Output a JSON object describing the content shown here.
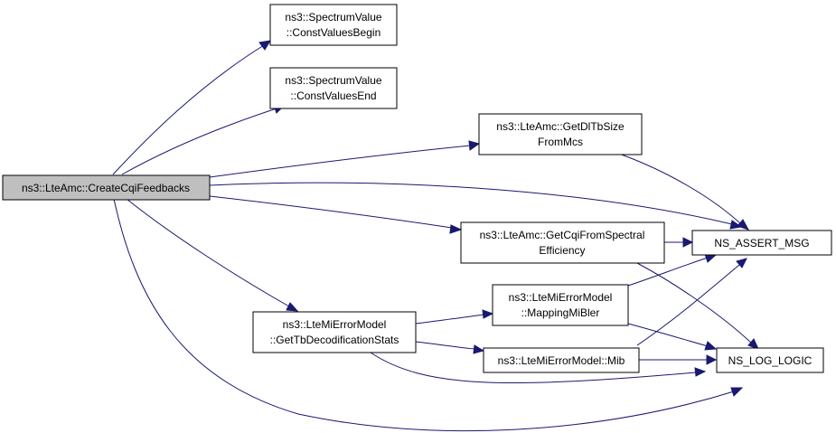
{
  "diagram": {
    "type": "call-graph",
    "nodes": {
      "root": [
        "ns3::LteAmc::CreateCqiFeedbacks"
      ],
      "cvb": [
        "ns3::SpectrumValue",
        "::ConstValuesBegin"
      ],
      "cve": [
        "ns3::SpectrumValue",
        "::ConstValuesEnd"
      ],
      "getdl": [
        "ns3::LteAmc::GetDlTbSize",
        "FromMcs"
      ],
      "getcqi": [
        "ns3::LteAmc::GetCqiFromSpectral",
        "Efficiency"
      ],
      "gettb": [
        "ns3::LteMiErrorModel",
        "::GetTbDecodificationStats"
      ],
      "mapping": [
        "ns3::LteMiErrorModel",
        "::MappingMiBler"
      ],
      "mib": [
        "ns3::LteMiErrorModel::Mib"
      ],
      "assert": [
        "NS_ASSERT_MSG"
      ],
      "log": [
        "NS_LOG_LOGIC"
      ]
    },
    "edges": [
      {
        "from": "root",
        "to": "cvb"
      },
      {
        "from": "root",
        "to": "cve"
      },
      {
        "from": "root",
        "to": "getdl"
      },
      {
        "from": "root",
        "to": "assert"
      },
      {
        "from": "root",
        "to": "getcqi"
      },
      {
        "from": "root",
        "to": "gettb"
      },
      {
        "from": "root",
        "to": "log"
      },
      {
        "from": "getdl",
        "to": "assert"
      },
      {
        "from": "getcqi",
        "to": "assert"
      },
      {
        "from": "getcqi",
        "to": "log"
      },
      {
        "from": "gettb",
        "to": "mapping"
      },
      {
        "from": "gettb",
        "to": "mib"
      },
      {
        "from": "gettb",
        "to": "log"
      },
      {
        "from": "mapping",
        "to": "assert"
      },
      {
        "from": "mapping",
        "to": "log"
      },
      {
        "from": "mib",
        "to": "assert"
      },
      {
        "from": "mib",
        "to": "log"
      }
    ],
    "colors": {
      "edge": "#191970",
      "root_fill": "#bfbfbf",
      "node_fill": "#ffffff",
      "node_border": "#000000"
    }
  }
}
